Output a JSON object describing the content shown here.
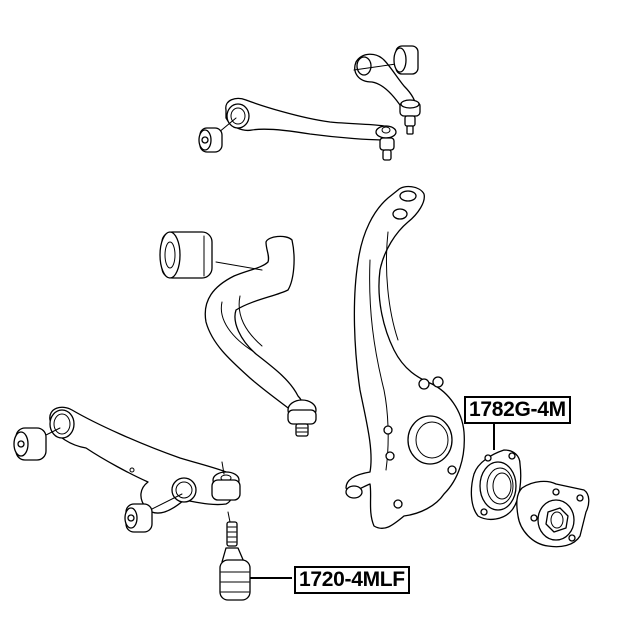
{
  "diagram": {
    "type": "exploded-view parts diagram",
    "subject": "front suspension assembly",
    "components": [
      {
        "id": "upper-rear-control-arm",
        "description": "upper control arm with bushing and ball joint (top right)"
      },
      {
        "id": "upper-front-control-arm",
        "description": "upper control arm with bushing and ball joint (top left)"
      },
      {
        "id": "lower-wishbone-arm",
        "description": "curved lower arm with bushing and ball joint (center left)"
      },
      {
        "id": "steering-knuckle",
        "description": "steering knuckle (center right)"
      },
      {
        "id": "lower-control-arm",
        "description": "lower control arm with two bushings (bottom left)"
      },
      {
        "id": "ball-joint",
        "description": "lower ball joint (bottom center)"
      },
      {
        "id": "wheel-bearing",
        "description": "wheel bearing (right)"
      },
      {
        "id": "wheel-hub",
        "description": "wheel hub flange (far right)"
      }
    ],
    "labels": [
      {
        "id": "label-bearing",
        "text": "1782G-4M",
        "points_to": "wheel-bearing"
      },
      {
        "id": "label-ball-joint",
        "text": "1720-4MLF",
        "points_to": "ball-joint"
      }
    ]
  },
  "colors": {
    "line": "#000000",
    "background": "#ffffff"
  }
}
